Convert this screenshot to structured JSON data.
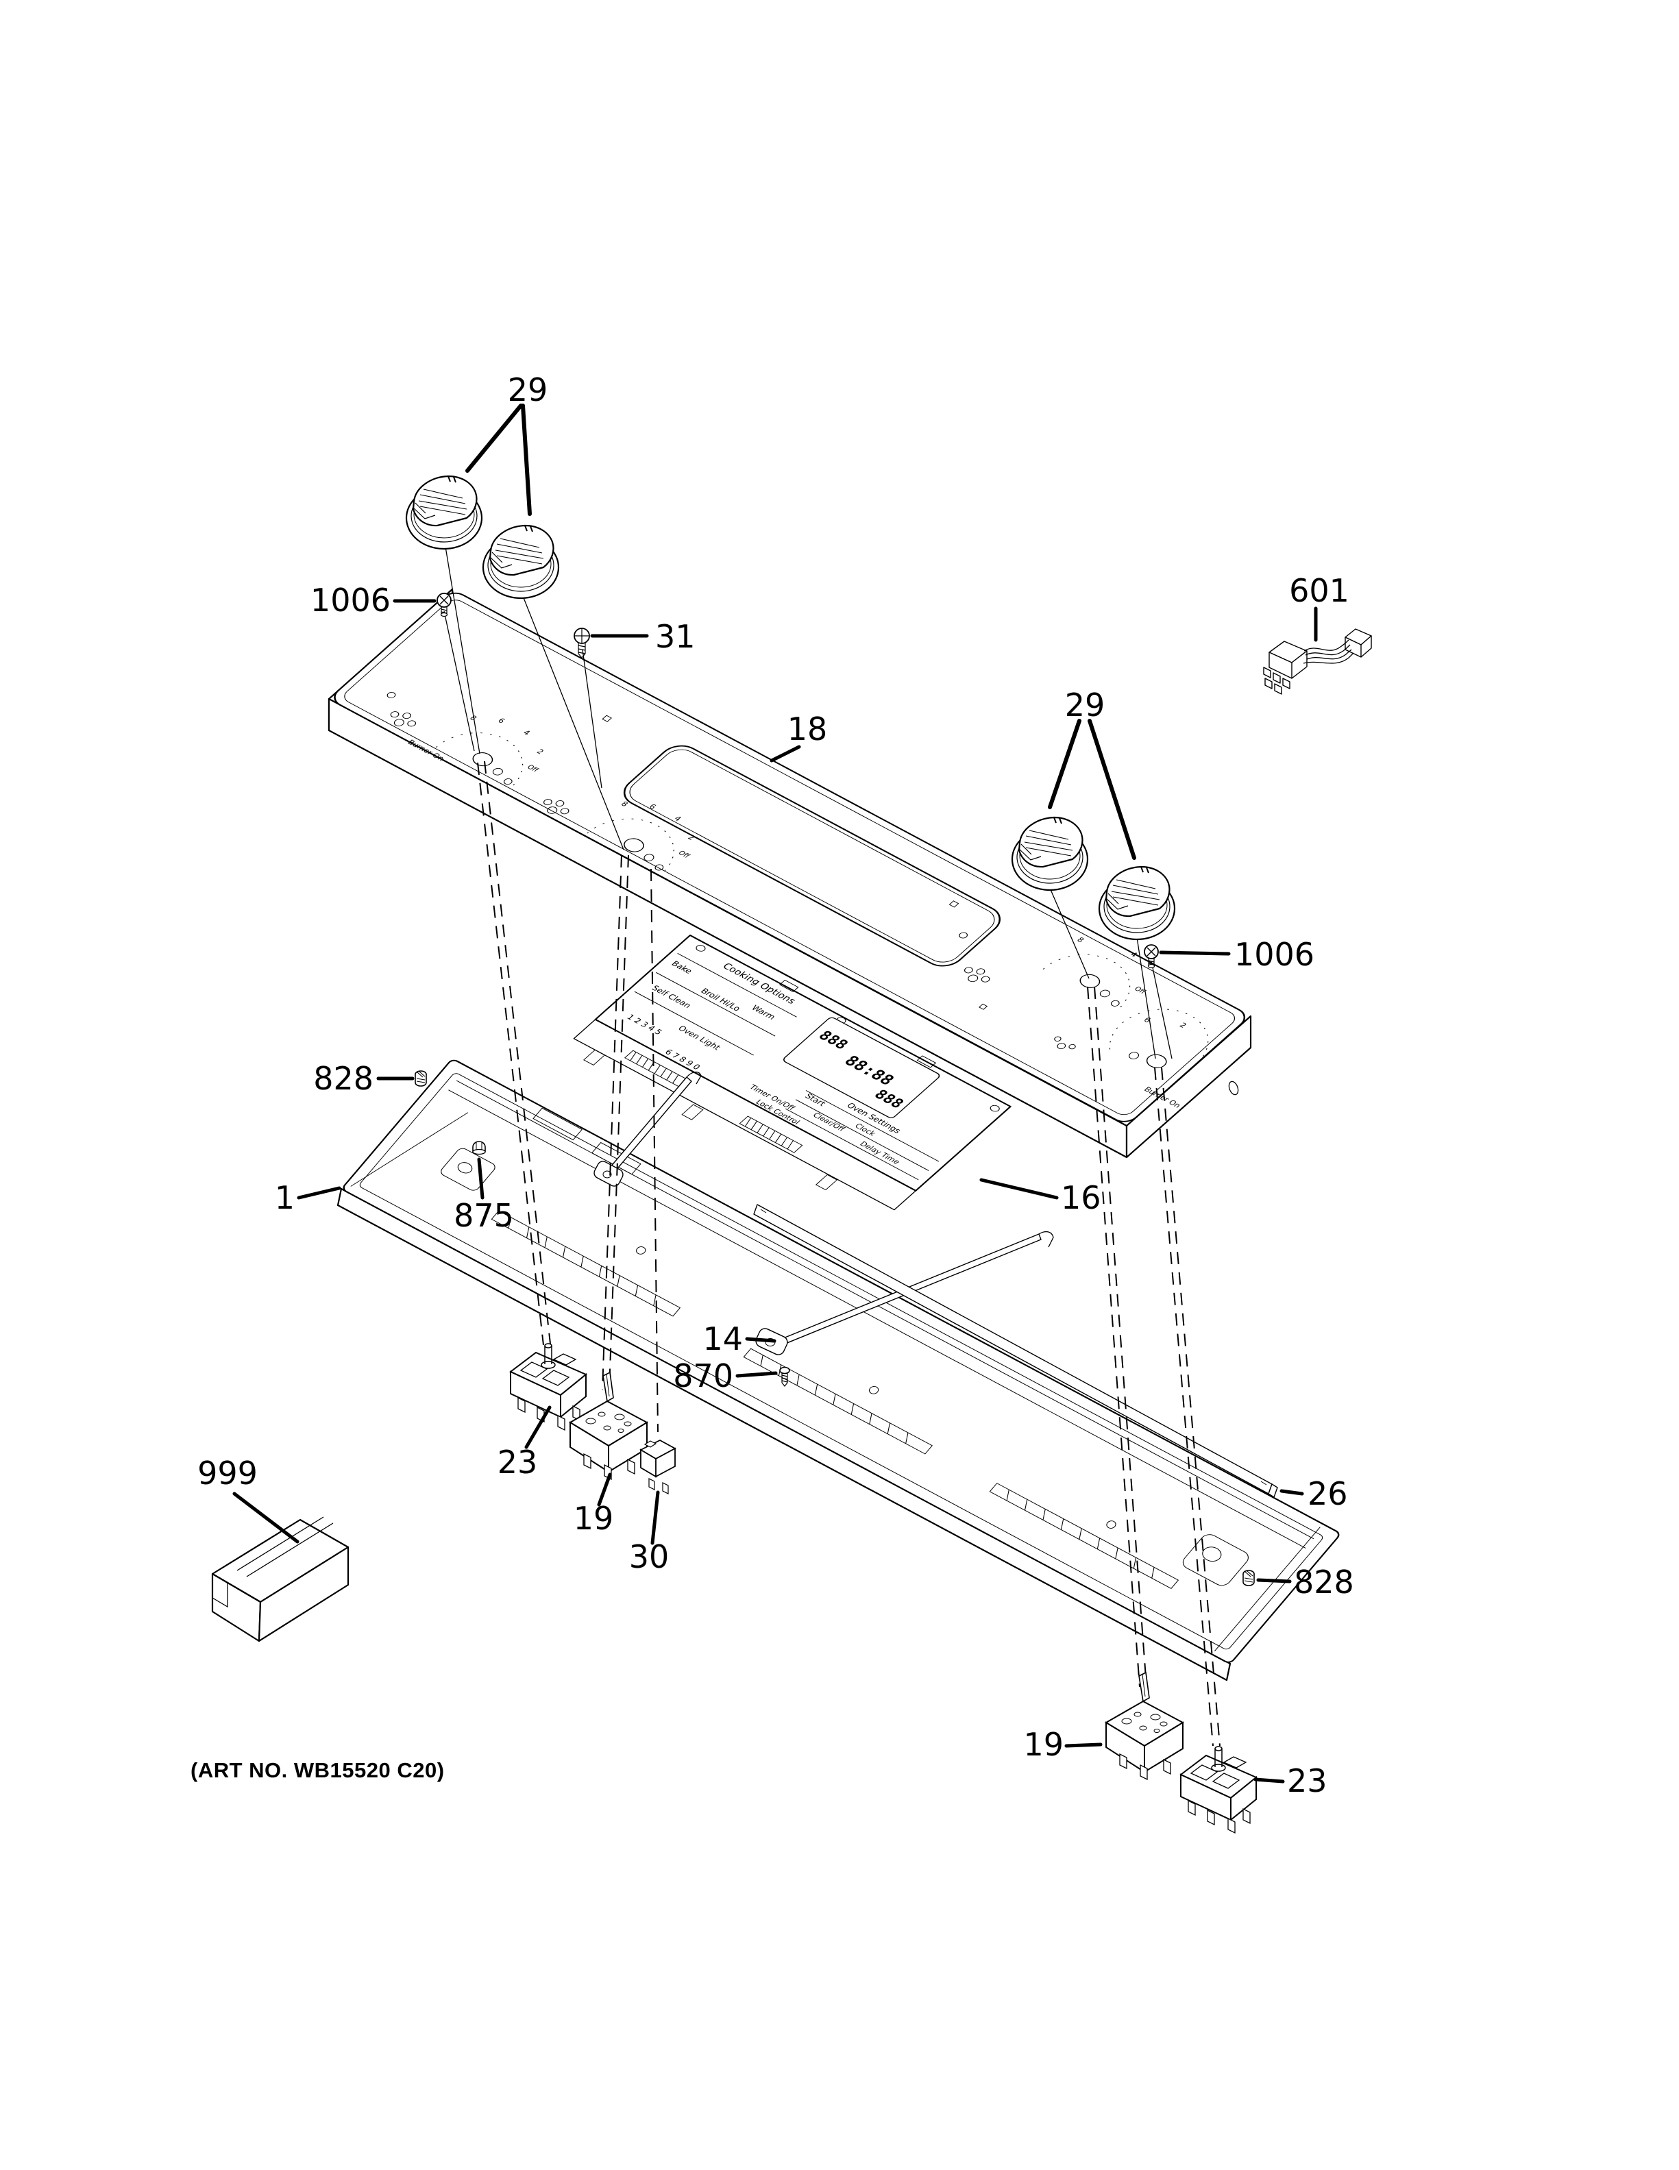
{
  "art_no": "(ART NO. WB15520 C20)",
  "callouts": [
    {
      "id": "29-left",
      "label": "29"
    },
    {
      "id": "1006-left",
      "label": "1006"
    },
    {
      "id": "31",
      "label": "31"
    },
    {
      "id": "18",
      "label": "18"
    },
    {
      "id": "601",
      "label": "601"
    },
    {
      "id": "29-right",
      "label": "29"
    },
    {
      "id": "1006-right",
      "label": "1006"
    },
    {
      "id": "828-left",
      "label": "828"
    },
    {
      "id": "1",
      "label": "1"
    },
    {
      "id": "875",
      "label": "875"
    },
    {
      "id": "16",
      "label": "16"
    },
    {
      "id": "14",
      "label": "14"
    },
    {
      "id": "870",
      "label": "870"
    },
    {
      "id": "23-bottom-left",
      "label": "23"
    },
    {
      "id": "19-bottom-left",
      "label": "19"
    },
    {
      "id": "30",
      "label": "30"
    },
    {
      "id": "26",
      "label": "26"
    },
    {
      "id": "828-right",
      "label": "828"
    },
    {
      "id": "999",
      "label": "999"
    },
    {
      "id": "19-bottom-right",
      "label": "19"
    },
    {
      "id": "23-bottom-right",
      "label": "23"
    }
  ],
  "control_board": {
    "title": "Cooking Options",
    "options": [
      "Bake",
      "Broil Hi/Lo",
      "Warm",
      "Self Clean",
      "Oven Light"
    ],
    "digits_row_1": "1   2   3   4   5",
    "digits_row_2": "6   7   8   9   0",
    "display_left": "888",
    "display_center": "88:88",
    "display_right": "888",
    "start_label": "Start",
    "clear_label": "Clear/Off",
    "settings_title": "Oven Settings",
    "settings_items": [
      "Clock",
      "Delay Time"
    ],
    "aux_items": [
      "Timer On/Off",
      "Lock Control"
    ]
  },
  "panel": {
    "burner_on": "Burner On",
    "off_label": "Off",
    "dial_marks": [
      "8",
      "6",
      "4",
      "2"
    ]
  }
}
